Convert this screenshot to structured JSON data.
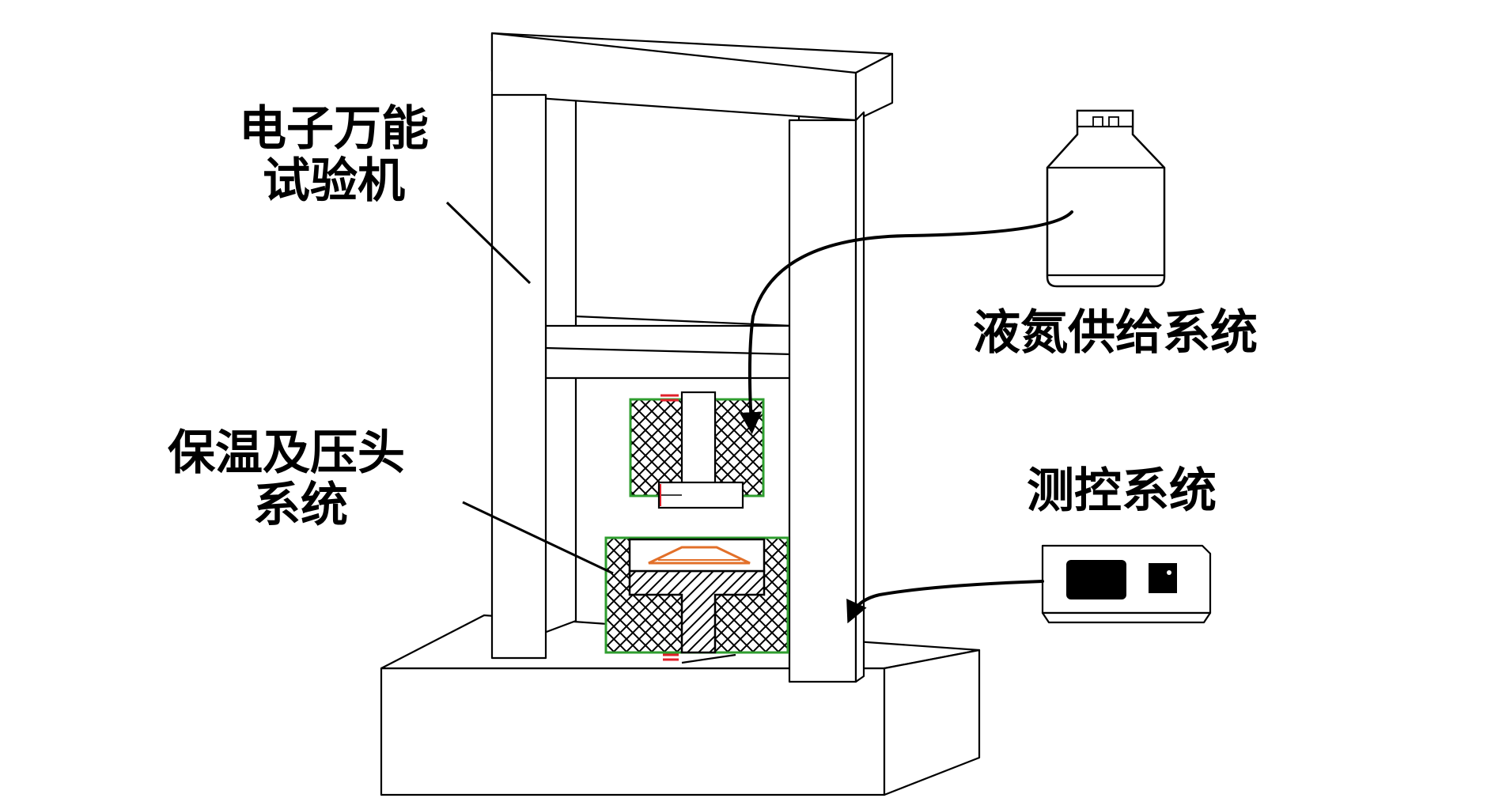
{
  "labels": {
    "machine": [
      "电子万能",
      "试验机"
    ],
    "ln2": "液氮供给系统",
    "insulation": [
      "保温及压头",
      "系统"
    ],
    "control": "测控系统"
  },
  "colors": {
    "line": "#000000",
    "insulation_edge": "#2f9e2f",
    "sample": "#e2702a",
    "marker": "#e0202a",
    "screen": "#000000"
  }
}
